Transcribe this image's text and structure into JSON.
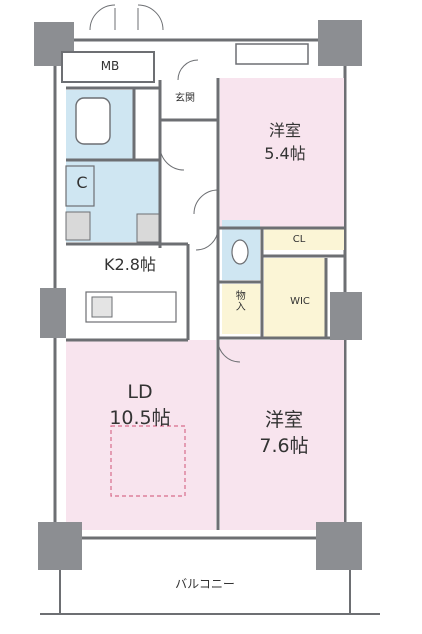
{
  "colors": {
    "bedroom": "#f8e4ee",
    "living": "#f8e4ee",
    "wet": "#cfe6f2",
    "storage": "#fbf5d6",
    "pillar": "#8c8e92",
    "wall": "#6d6f73",
    "dash": "#d86c8c"
  },
  "rooms": {
    "mb": "MB",
    "genkan": "玄関",
    "bedroom_north": {
      "name": "洋室",
      "size": "5.4帖"
    },
    "kitchen": "K2.8帖",
    "cl": "CL",
    "wic": "WIC",
    "monoire": "物入",
    "c_closet": "C",
    "ld": {
      "name": "LD",
      "size": "10.5帖"
    },
    "bedroom_south": {
      "name": "洋室",
      "size": "7.6帖"
    },
    "balcony": "バルコニー"
  }
}
